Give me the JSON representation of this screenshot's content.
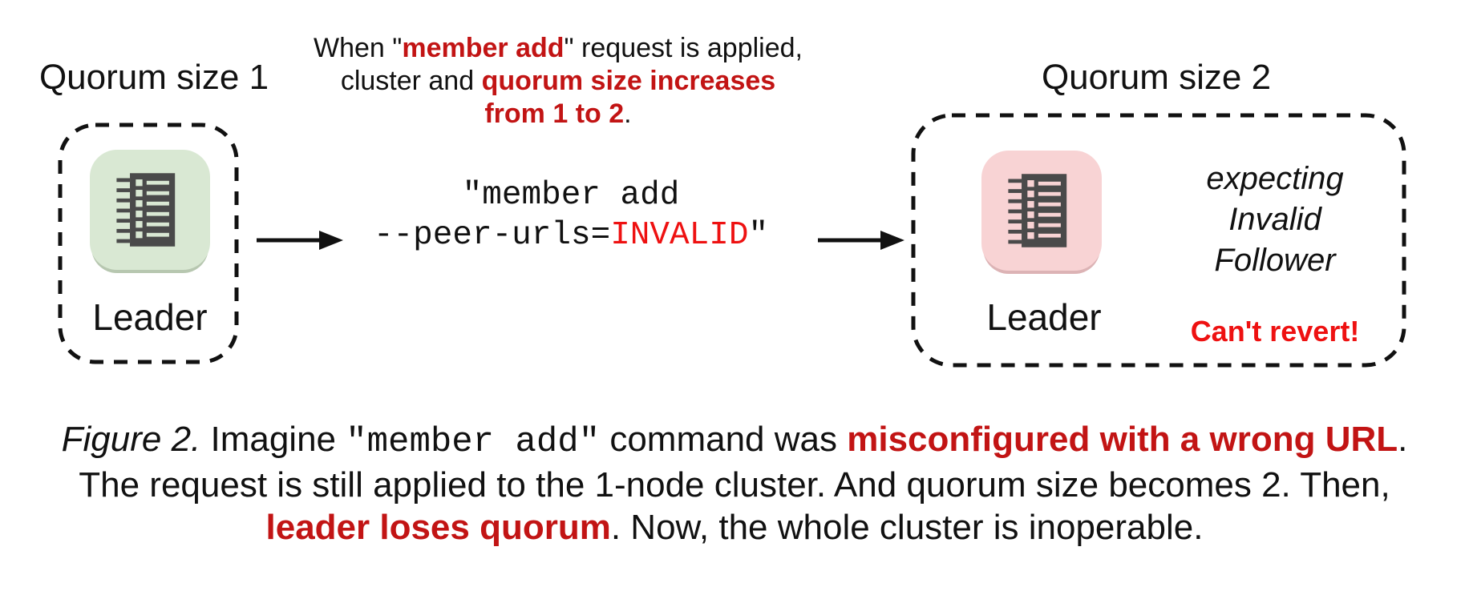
{
  "left_cluster": {
    "title": "Quorum size 1",
    "node_label": "Leader"
  },
  "right_cluster": {
    "title": "Quorum size 2",
    "node_label": "Leader",
    "expecting": [
      "expecting",
      "Invalid",
      "Follower"
    ],
    "warning": "Can't revert!"
  },
  "note": {
    "l1_a": "When \"",
    "l1_red": "member add",
    "l1_b": "\" request is applied,",
    "l2_a": "cluster and ",
    "l2_red": "quorum size increases",
    "l3_red": "from 1 to 2",
    "l3_b": "."
  },
  "command": {
    "l1": "\"member add",
    "l2_a": "--peer-urls=",
    "l2_red": "INVALID",
    "l2_b": "\""
  },
  "caption": {
    "l1_fig": "Figure 2.",
    "l1_a": " Imagine ",
    "l1_mono": "\"member add\"",
    "l1_b": " command was ",
    "l1_red": "misconfigured with a wrong URL",
    "l1_c": ".",
    "l2": "The request is still applied to the 1-node cluster. And quorum size becomes 2. Then,",
    "l3_red": "leader loses quorum",
    "l3_a": ". Now, the whole cluster is inoperable."
  },
  "colors": {
    "bold_red": "#c21414",
    "bright_red": "#ee1111",
    "icon_dark": "#4a4a4a",
    "node_green": "#d9e8d3",
    "node_green_shadow": "#b7c7b0",
    "node_pink": "#f8d3d4",
    "node_pink_shadow": "#dcb3b5",
    "line_black": "#111111"
  },
  "icons": {
    "node_icon": "server-ledger-icon",
    "arrow": "right-arrow-icon"
  }
}
